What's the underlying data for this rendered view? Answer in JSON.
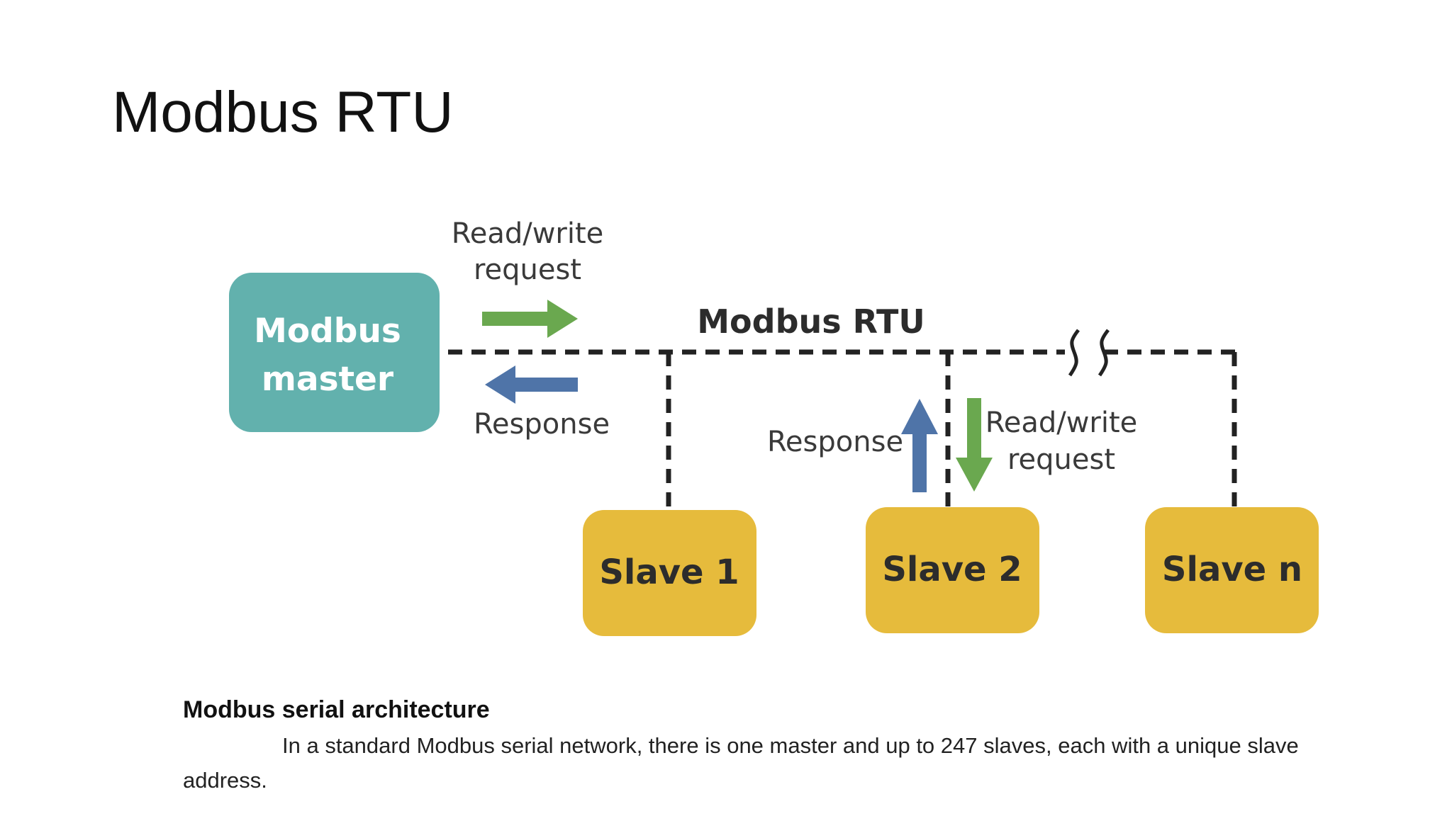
{
  "slide": {
    "title": "Modbus RTU"
  },
  "diagram": {
    "master": {
      "line1": "Modbus",
      "line2": "master",
      "color": "#62b1ad"
    },
    "bus_label": "Modbus RTU",
    "master_request": {
      "line1": "Read/write",
      "line2": "request",
      "color": "#6aa84f"
    },
    "master_response": {
      "label": "Response",
      "color": "#4f74a8"
    },
    "slave2_response": {
      "label": "Response"
    },
    "slave2_request": {
      "line1": "Read/write",
      "line2": "request"
    },
    "slave_color": "#e6bb3c",
    "slaves": [
      {
        "label": "Slave 1"
      },
      {
        "label": "Slave 2"
      },
      {
        "label": "Slave n"
      }
    ]
  },
  "caption": {
    "title": "Modbus serial architecture",
    "text": "In a standard Modbus serial network, there is one master and up to 247 slaves, each with a unique slave address."
  }
}
